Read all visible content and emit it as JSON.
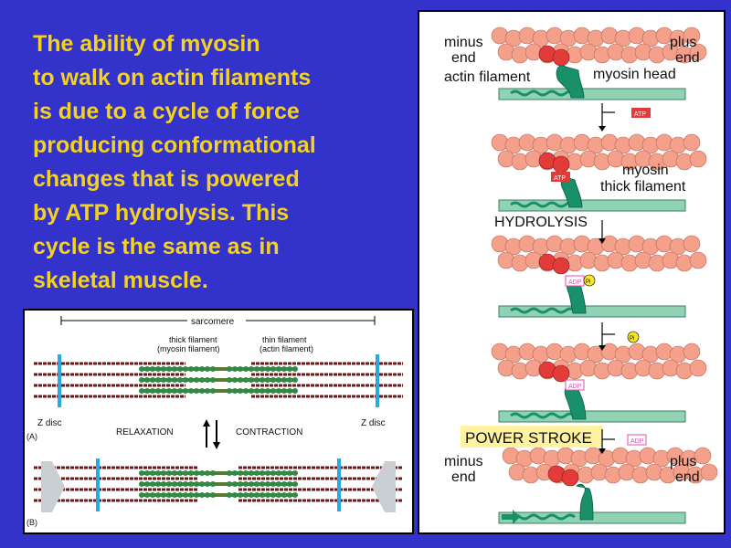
{
  "main_text": {
    "lines": [
      "The ability of myosin",
      "to walk on actin filaments",
      "is due to a cycle of force",
      "producing conformational",
      "changes that is powered",
      "by ATP hydrolysis.  This",
      "cycle is the same as in",
      "skeletal muscle."
    ]
  },
  "cycle_diagram": {
    "minus_end_1": "minus",
    "minus_end_2": "end",
    "plus_end_1": "plus",
    "plus_end_2": "end",
    "actin_filament": "actin filament",
    "myosin_head": "myosin head",
    "myosin_thick_1": "myosin",
    "myosin_thick_2": "thick filament",
    "hydrolysis": "HYDROLYSIS",
    "power_stroke": "POWER STROKE",
    "atp": "ATP",
    "adp": "ADP",
    "pi": "Pi",
    "minus_end_bottom_1": "minus",
    "minus_end_bottom_2": "end",
    "plus_end_bottom_1": "plus",
    "plus_end_bottom_2": "end"
  },
  "sarcomere_diagram": {
    "sarcomere": "sarcomere",
    "thick_filament_1": "thick filament",
    "thick_filament_2": "(myosin filament)",
    "thin_filament_1": "thin filament",
    "thin_filament_2": "(actin filament)",
    "z_disc_left": "Z disc",
    "z_disc_right": "Z disc",
    "label_a": "(A)",
    "label_b": "(B)",
    "relaxation": "RELAXATION",
    "contraction": "CONTRACTION"
  },
  "colors": {
    "background": "#3333cc",
    "text_yellow": "#f5d21e",
    "actin_salmon": "#f4a08a",
    "actin_red": "#e33a3a",
    "myosin_green": "#18906a",
    "thick_filament": "#8fd2b4",
    "z_disc_blue": "#2aa8e0",
    "thin_filament_dark": "#6b1a1a",
    "power_stroke_bg": "#fff2a0"
  }
}
